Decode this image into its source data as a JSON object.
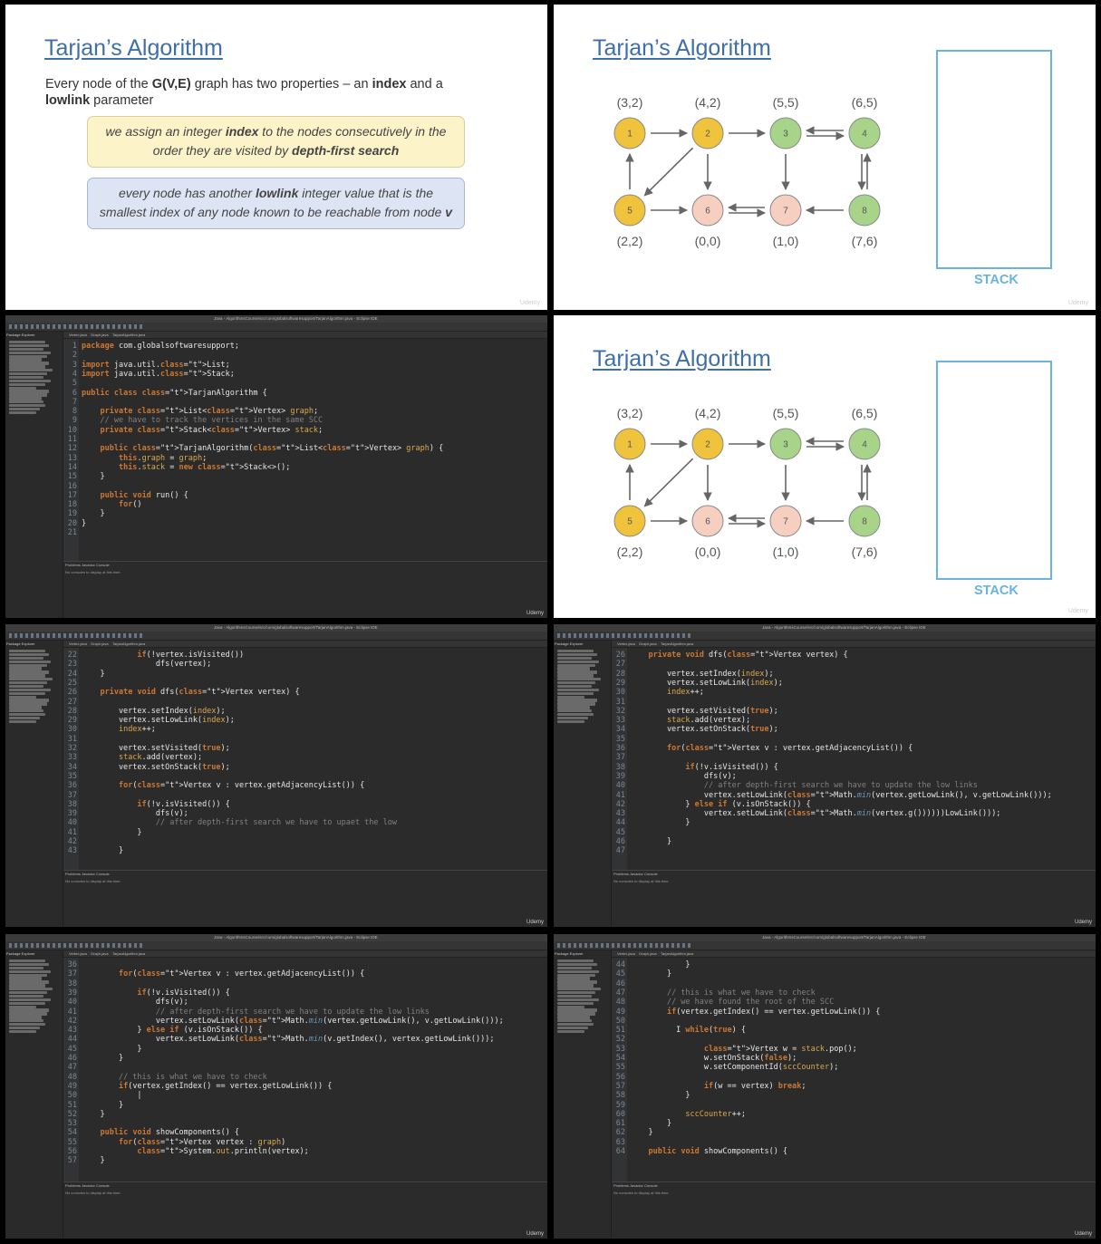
{
  "slides": {
    "title": "Tarjan’s Algorithm",
    "intro": {
      "part1": "Every node of the ",
      "graph_notation": "G(V,E)",
      "part2": " graph has two properties – an ",
      "index_word": "index",
      "part3": " and a ",
      "lowlink_word": "lowlink",
      "part4": " parameter"
    },
    "index_box": {
      "part1": "we assign an integer ",
      "bold1": "index",
      "part2": " to the nodes consecutively in the order they are visited by ",
      "bold2": "depth-first search"
    },
    "lowlink_box": {
      "part1": "every node has another ",
      "bold1": "lowlink",
      "part2": " integer value that is the smallest index of any node known to be reachable from node ",
      "bold2": "v"
    },
    "stack_label": "STACK",
    "watermark": "Udemy",
    "graph": {
      "nodes": [
        {
          "id": "1",
          "label": "(3,2)",
          "color": "#f0c33c",
          "row": 0,
          "col": 0
        },
        {
          "id": "2",
          "label": "(4,2)",
          "color": "#f0c33c",
          "row": 0,
          "col": 1
        },
        {
          "id": "3",
          "label": "(5,5)",
          "color": "#a8d48a",
          "row": 0,
          "col": 2
        },
        {
          "id": "4",
          "label": "(6,5)",
          "color": "#a8d48a",
          "row": 0,
          "col": 3
        },
        {
          "id": "5",
          "label": "(2,2)",
          "color": "#f0c33c",
          "row": 1,
          "col": 0
        },
        {
          "id": "6",
          "label": "(0,0)",
          "color": "#f6cfc0",
          "row": 1,
          "col": 1
        },
        {
          "id": "7",
          "label": "(1,0)",
          "color": "#f6cfc0",
          "row": 1,
          "col": 2
        },
        {
          "id": "8",
          "label": "(7,6)",
          "color": "#a8d48a",
          "row": 1,
          "col": 3
        }
      ],
      "edges": [
        [
          "1",
          "2"
        ],
        [
          "2",
          "3"
        ],
        [
          "3",
          "4"
        ],
        [
          "4",
          "3"
        ],
        [
          "5",
          "1"
        ],
        [
          "2",
          "5"
        ],
        [
          "2",
          "6"
        ],
        [
          "3",
          "7"
        ],
        [
          "4",
          "8"
        ],
        [
          "8",
          "4"
        ],
        [
          "5",
          "6"
        ],
        [
          "6",
          "7"
        ],
        [
          "7",
          "6"
        ],
        [
          "8",
          "7"
        ]
      ]
    }
  },
  "ide": {
    "window_title": "Java - AlgorithmsCourse/src/com/globalsoftwaresupport/TarjanAlgorithm.java - Eclipse IDE",
    "explorer_tab": "Package Explorer",
    "tabs": [
      "Vertex.java",
      "Graph.java",
      "TarjanAlgorithm.java"
    ],
    "console_tabs": "Problems  Javadoc  Console",
    "console_msg": "No consoles to display at this time.",
    "watermark": "Udemy",
    "screens": [
      {
        "name": "class-header",
        "first_line": 1,
        "lines": [
          "package com.globalsoftwaresupport;",
          "",
          "import java.util.List;",
          "import java.util.Stack;",
          "",
          "public class TarjanAlgorithm {",
          "",
          "    private List<Vertex> graph;",
          "    // we have to track the vertices in the same SCC",
          "    private Stack<Vertex> stack;",
          "",
          "    public TarjanAlgorithm(List<Vertex> graph) {",
          "        this.graph = graph;",
          "        this.stack = new Stack<>();",
          "    }",
          "",
          "    public void run() {",
          "        for()",
          "    }",
          "}",
          ""
        ]
      },
      {
        "name": "dfs-start",
        "first_line": 22,
        "lines": [
          "            if(!vertex.isVisited())",
          "                dfs(vertex);",
          "    }",
          "",
          "    private void dfs(Vertex vertex) {",
          "",
          "        vertex.setIndex(index);",
          "        vertex.setLowLink(index);",
          "        index++;",
          "",
          "        vertex.setVisited(true);",
          "        stack.add(vertex);",
          "        vertex.setOnStack(true);",
          "",
          "        for(Vertex v : vertex.getAdjacencyList()) {",
          "",
          "            if(!v.isVisited()) {",
          "                dfs(v);",
          "                // after depth-first search we have to upaet the low",
          "            }",
          "",
          "        }"
        ]
      },
      {
        "name": "dfs-lowlink",
        "first_line": 26,
        "lines": [
          "    private void dfs(Vertex vertex) {",
          "",
          "        vertex.setIndex(index);",
          "        vertex.setLowLink(index);",
          "        index++;",
          "",
          "        vertex.setVisited(true);",
          "        stack.add(vertex);",
          "        vertex.setOnStack(true);",
          "",
          "        for(Vertex v : vertex.getAdjacencyList()) {",
          "",
          "            if(!v.isVisited()) {",
          "                dfs(v);",
          "                // after depth-first search we have to update the low links",
          "                vertex.setLowLink(Math.min(vertex.getLowLink(), v.getLowLink()));",
          "            } else if (v.isOnStack()) {",
          "                vertex.setLowLink(Math.min(vertex.g())))))LowLink()));",
          "            }",
          "",
          "        }",
          ""
        ]
      },
      {
        "name": "root-check",
        "first_line": 36,
        "lines": [
          "",
          "        for(Vertex v : vertex.getAdjacencyList()) {",
          "",
          "            if(!v.isVisited()) {",
          "                dfs(v);",
          "                // after depth-first search we have to update the low links",
          "                vertex.setLowLink(Math.min(vertex.getLowLink(), v.getLowLink()));",
          "            } else if (v.isOnStack()) {",
          "                vertex.setLowLink(Math.min(v.getIndex(), vertex.getLowLink()));",
          "            }",
          "        }",
          "",
          "        // this is what we have to check",
          "        if(vertex.getIndex() == vertex.getLowLink()) {",
          "            |",
          "        }",
          "    }",
          "",
          "    public void showComponents() {",
          "        for(Vertex vertex : graph)",
          "            System.out.println(vertex);",
          "    }"
        ]
      },
      {
        "name": "pop-scc",
        "first_line": 44,
        "lines": [
          "            }",
          "        }",
          "",
          "        // this is what we have to check",
          "        // we have found the root of the SCC",
          "        if(vertex.getIndex() == vertex.getLowLink()) {",
          "",
          "          I while(true) {",
          "",
          "                Vertex w = stack.pop();",
          "                w.setOnStack(false);",
          "                w.setComponentId(sccCounter);",
          "",
          "                if(w == vertex) break;",
          "            }",
          "",
          "            sccCounter++;",
          "        }",
          "    }",
          "",
          "    public void showComponents() {"
        ]
      }
    ]
  }
}
